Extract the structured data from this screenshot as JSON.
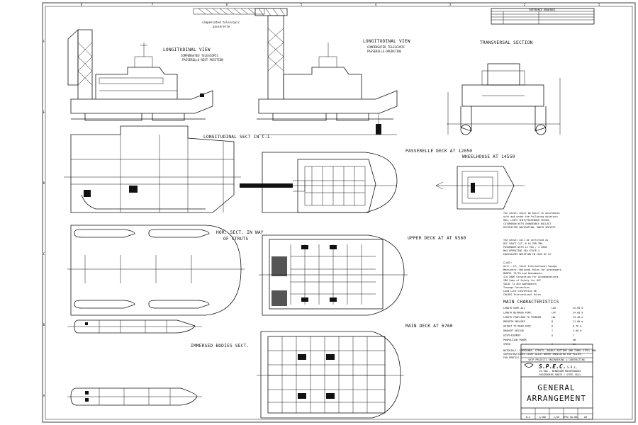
{
  "frame": {
    "col_marks": [
      "8",
      "7",
      "6",
      "5",
      "4",
      "3",
      "2",
      "1"
    ],
    "row_marks": [
      "F",
      "E",
      "D",
      "C",
      "B",
      "A"
    ]
  },
  "views": {
    "long_view_rest": {
      "title": "LONGITUDINAL VIEW",
      "line1": "COMPENSATED TELESCOPIC",
      "line2": "PASSERELLE-REST POSITION"
    },
    "long_view_operating": {
      "title": "LONGITUDINAL VIEW",
      "line1": "COMPENSATED TELESCOPIC",
      "line2": "PASSERELLE-OPERATING"
    },
    "passerelle_note": {
      "line1": "compensated telescopic",
      "line2": "passerelle"
    },
    "transversal": "TRANSVERSAL SECTION",
    "long_sect": "LONGITUDINAL SECT IN C.L.",
    "passerelle_deck": "PASSERELLE DECK  AT 12050",
    "wheelhouse": "WHEELHOUSE AT 14550",
    "hor_sect": {
      "line1": "HOR. SECT. IN WAY",
      "line2": "OF STRUTS"
    },
    "upper_deck": "UPPER DECK AT AT 9560",
    "main_deck": "MAIN DECK AT 6760",
    "immersed": "IMMERSED BODIES SECT."
  },
  "ref_table": {
    "title": "REFERENCE DRAWINGS"
  },
  "notes": {
    "class_block": [
      "The vessel shall be built in accordance",
      "with and under the following notation:",
      "HULL LIGHT SHIP/PASSENGER VESSEL",
      "CATAMARAN WITH CHANGEABLE BALLAST",
      "RESTRICTED NAVIGATION, SWATH SERVICE"
    ],
    "class2_block": [
      "The vessel will be certified as",
      "HSC CRAFT CAT. B AS PER IMO",
      "PASSENGER WITH 12 PAX / 4 CREW",
      "MAX OPERATING SEA STATE 4",
      "EQUIVALENT NOTATION IN CASE OF LR"
    ],
    "class3_block": [
      "CLASS:",
      "Hull – LR, Steel International Voyage",
      "Machinery: Notional Rules for passengers",
      "MARPOL 73/78 and Amendments",
      "ILO 2006 Convention for Accommodations",
      "IMO Code of Safety for HSC",
      "SOLAS 74 and Amendments",
      "Tonnage Convention",
      "Load Line Convention 66",
      "COLREG International Rules"
    ]
  },
  "main_characteristics": {
    "title": "MAIN CHARACTERISTICS",
    "rows": [
      {
        "label": "LENGTH OVER ALL",
        "abbr": "LOA",
        "value": "25.90 m"
      },
      {
        "label": "LENGTH BETWEEN PERP.",
        "abbr": "LPP",
        "value": "24.00 m"
      },
      {
        "label": "LENGTH FROM BOW TO TRANSOM",
        "abbr": "LWL",
        "value": "23.40 m"
      },
      {
        "label": "BREADTH MOULDED",
        "abbr": "B",
        "value": "11.60 m"
      },
      {
        "label": "HEIGHT TO MAIN DECK",
        "abbr": "H",
        "value": "6.76 m"
      },
      {
        "label": "DRAUGHT DESIGN",
        "abbr": "T",
        "value": "4.00 m"
      },
      {
        "label": "DISPLACEMENT",
        "abbr": "Δ",
        "value": "t"
      },
      {
        "label": "PROPULSION POWER",
        "abbr": "",
        "value": "kW"
      },
      {
        "label": "SPEED",
        "abbr": "V",
        "value": "kn"
      }
    ],
    "materials": [
      "MATERIALS: COMPOUNDS, STRUTS, DOUBLE BOTTOMS AND TANKS STEEL AND",
      "SUPERSTRUCTURES LIGHT ALLOY WHERE INDICATED FOR PLATES",
      "FOR PROFILE"
    ]
  },
  "title_block": {
    "company_full": "SHIP PROJECTS ENGINEERING & CONTRACTING",
    "company": "S.P.E.C.",
    "company_suffix": "S.R.L.",
    "project_line1": "25.90m - WINDFARM MAINTENANCE",
    "project_line2": "PASSENGERS SWATH / STEEL HULL",
    "drawing_title_line1": "GENERAL",
    "drawing_title_line2": "ARRANGEMENT",
    "footer_values": [
      "D-2",
      "1/100",
      "1/50",
      "SPEC-GA-001",
      "A0"
    ]
  }
}
